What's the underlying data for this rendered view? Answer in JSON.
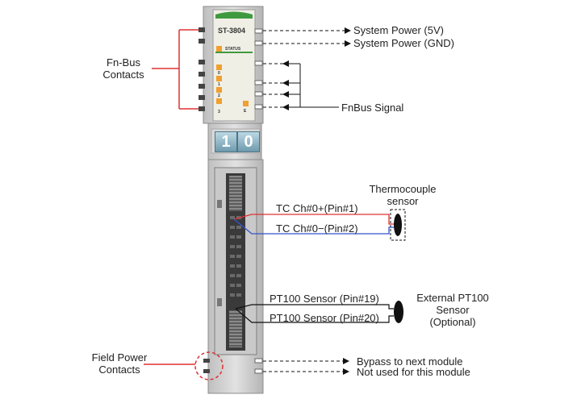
{
  "module": {
    "model": "ST-3804",
    "status_label": "STATUS",
    "channel_labels": [
      "0",
      "1",
      "2",
      "3"
    ],
    "error_label": "E",
    "rotary_digits": [
      "1",
      "0"
    ]
  },
  "labels": {
    "fn_bus_contacts": [
      "Fn-Bus",
      "Contacts"
    ],
    "system_power_5v": "System Power (5V)",
    "system_power_gnd": "System Power (GND)",
    "fnbus_signal": "FnBus Signal",
    "thermocouple_sensor": [
      "Thermocouple",
      "sensor"
    ],
    "tc_ch0_plus": "TC Ch#0+(Pin#1)",
    "tc_ch0_minus": "TC Ch#0−(Pin#2)",
    "pt100_pin19": "PT100 Sensor (Pin#19)",
    "pt100_pin20": "PT100 Sensor (Pin#20)",
    "external_pt100": [
      "External PT100",
      "Sensor",
      "(Optional)"
    ],
    "field_power_contacts": [
      "Field Power",
      "Contacts"
    ],
    "bypass": "Bypass to next module",
    "not_used": "Not used for this module"
  },
  "colors": {
    "module_body": "#d3d3d3",
    "label_panel": "#efefe6",
    "green_strip": "#3f9a3f",
    "led_orange": "#f0a030",
    "bracket_red": "#e03030",
    "wire_red": "#e03030",
    "wire_blue": "#3355cc",
    "arrow_black": "#111111"
  }
}
